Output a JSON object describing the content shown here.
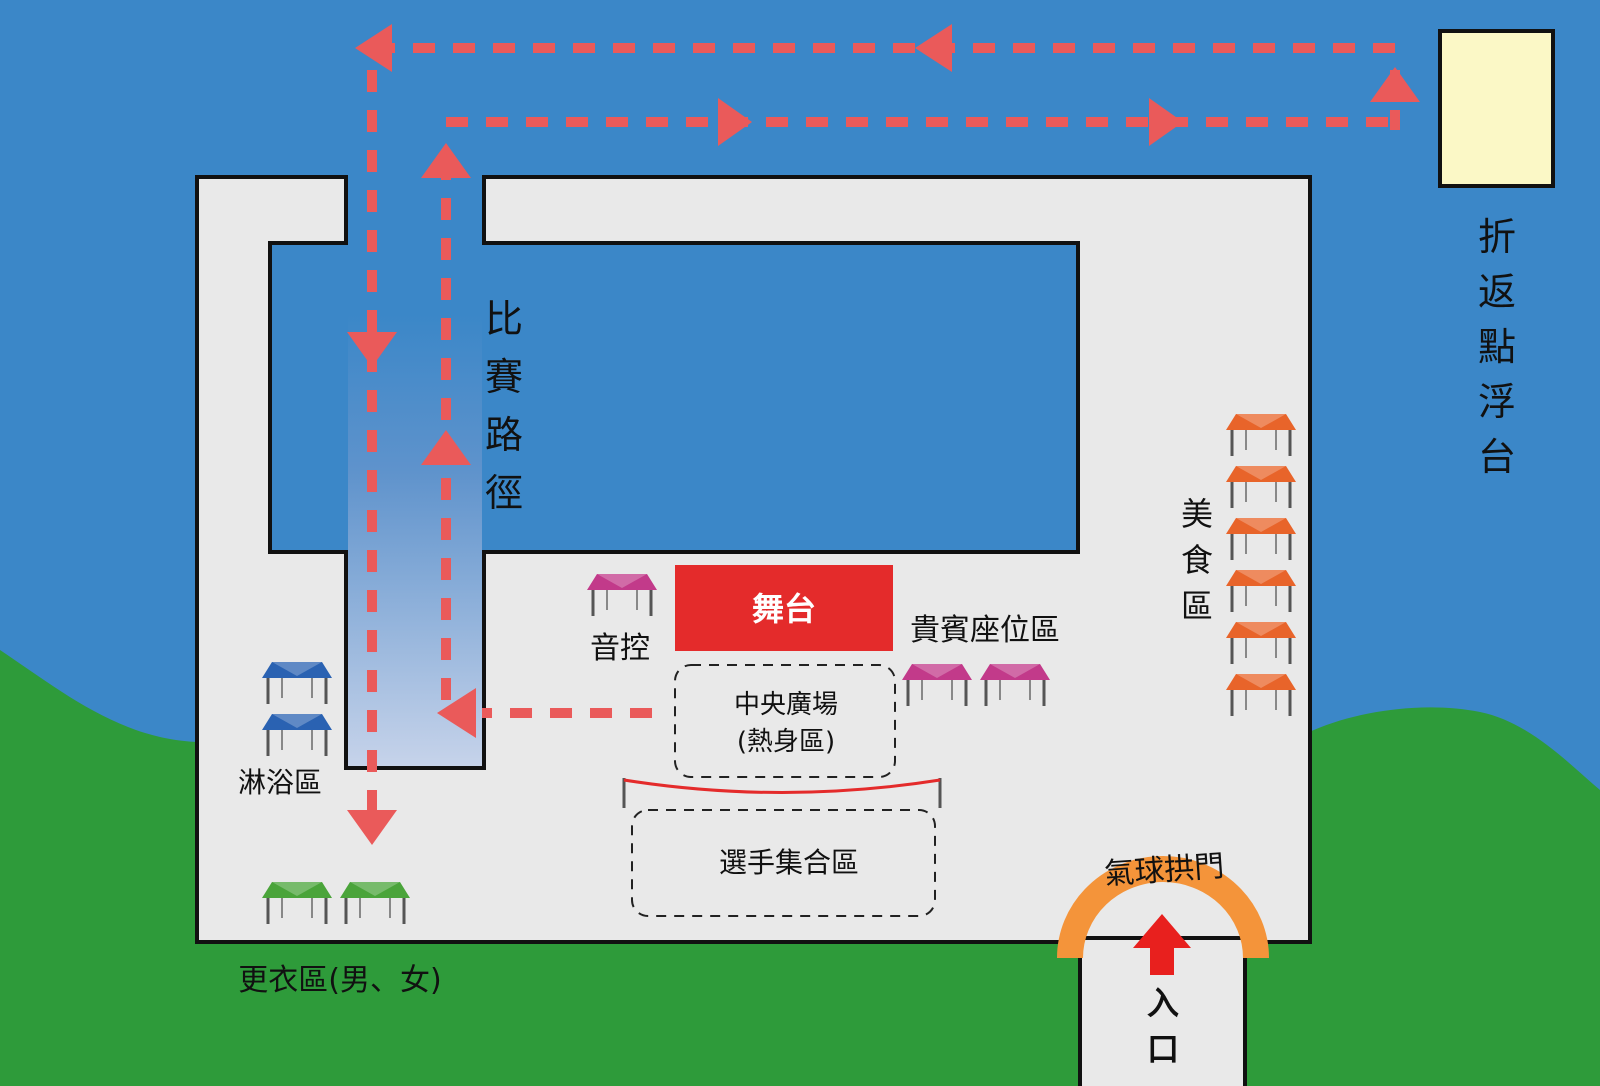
{
  "labels": {
    "turnaround_platform": "折返點浮台",
    "race_route": "比賽路徑",
    "food_area": "美食區",
    "stage": "舞台",
    "sound_control": "音控",
    "vip_seating": "貴賓座位區",
    "central_plaza_line1": "中央廣場",
    "central_plaza_line2": "(熱身區)",
    "shower_area": "淋浴區",
    "athlete_assembly": "選手集合區",
    "balloon_arch": "氣球拱門",
    "changing_area": "更衣區(男、女)",
    "entrance": "入口"
  },
  "legend_colors": {
    "water": "#3b87c8",
    "grass": "#2e9b3a",
    "venue_ground": "#e9e9e9",
    "route_arrows": "#ea5a5a",
    "stage": "#e42b2b",
    "platform": "#fbf8c6",
    "balloon_arch": "#f4943a",
    "shower_tents": "#2a62b2",
    "changing_tents": "#4aa43a",
    "food_tents": "#e8642a",
    "vip_tents": "#c23a8a",
    "sound_tent": "#c23a8a"
  },
  "icons": {
    "tent": "tent-icon",
    "route_arrow": "route-arrow-icon",
    "entrance_arrow": "entrance-arrow-icon"
  }
}
